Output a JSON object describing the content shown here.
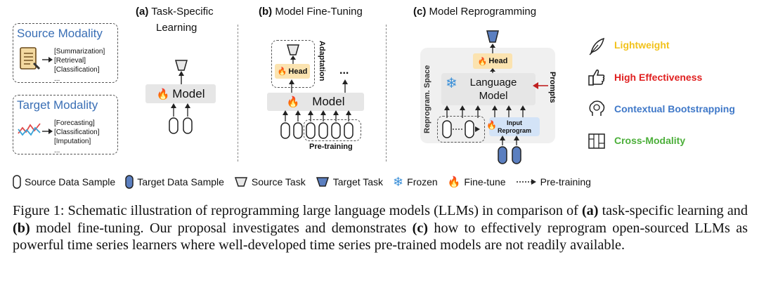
{
  "panels": {
    "a": {
      "tag": "(a)",
      "title_line1": "Task-Specific",
      "title_line2": "Learning",
      "model_label": "Model"
    },
    "b": {
      "tag": "(b)",
      "title": "Model Fine-Tuning",
      "model_label": "Model",
      "head_label": "Head",
      "adaptation_label": "Adaptation",
      "ellipsis": "...",
      "pretraining_label": "Pre-training"
    },
    "c": {
      "tag": "(c)",
      "title": "Model Reprogramming",
      "head_label": "Head",
      "lm_line1": "Language",
      "lm_line2": "Model",
      "prompts_label": "Prompts",
      "space_label": "Reprogram. Space",
      "input_line1": "Input",
      "input_line2": "Reprogram"
    }
  },
  "source_modality": {
    "title": "Source Modality",
    "tasks": [
      "[Summarization]",
      "[Retrieval]",
      "[Classification]",
      "..."
    ]
  },
  "target_modality": {
    "title": "Target Modality",
    "tasks": [
      "[Forecasting]",
      "[Classification]",
      "[Imputation]",
      "..."
    ]
  },
  "features": [
    {
      "label": "Lightweight",
      "color": "#f2c21b",
      "icon": "feather-icon"
    },
    {
      "label": "High Effectiveness",
      "color": "#e02020",
      "icon": "thumbs-up-icon"
    },
    {
      "label": "Contextual Bootstrapping",
      "color": "#3f78c8",
      "icon": "brain-icon"
    },
    {
      "label": "Cross-Modality",
      "color": "#4caf3a",
      "icon": "cross-modality-icon"
    }
  ],
  "legend": {
    "source_sample": "Source Data Sample",
    "target_sample": "Target Data Sample",
    "source_task": "Source Task",
    "target_task": "Target Task",
    "frozen": "Frozen",
    "finetune": "Fine-tune",
    "pretraining": "Pre-training"
  },
  "colors": {
    "target_blue": "#5b7fc0",
    "head_fill": "#fbe3b0",
    "model_gray": "#e6e6e6",
    "input_blue": "#d3e3f7",
    "arrow_red": "#c02020",
    "modality_title": "#3a6fb5"
  },
  "caption": {
    "lead": "Figure 1: Schematic illustration of reprogramming large language models (LLMs) in comparison of",
    "a": "(a)",
    "mid1": "task-specific learning and",
    "b": "(b)",
    "mid2": "model fine-tuning. Our proposal investigates and demonstrates",
    "c": "(c)",
    "tail": "how to effectively reprogram open-sourced LLMs as powerful time series learners where well-developed time series pre-trained models are not readily available."
  }
}
